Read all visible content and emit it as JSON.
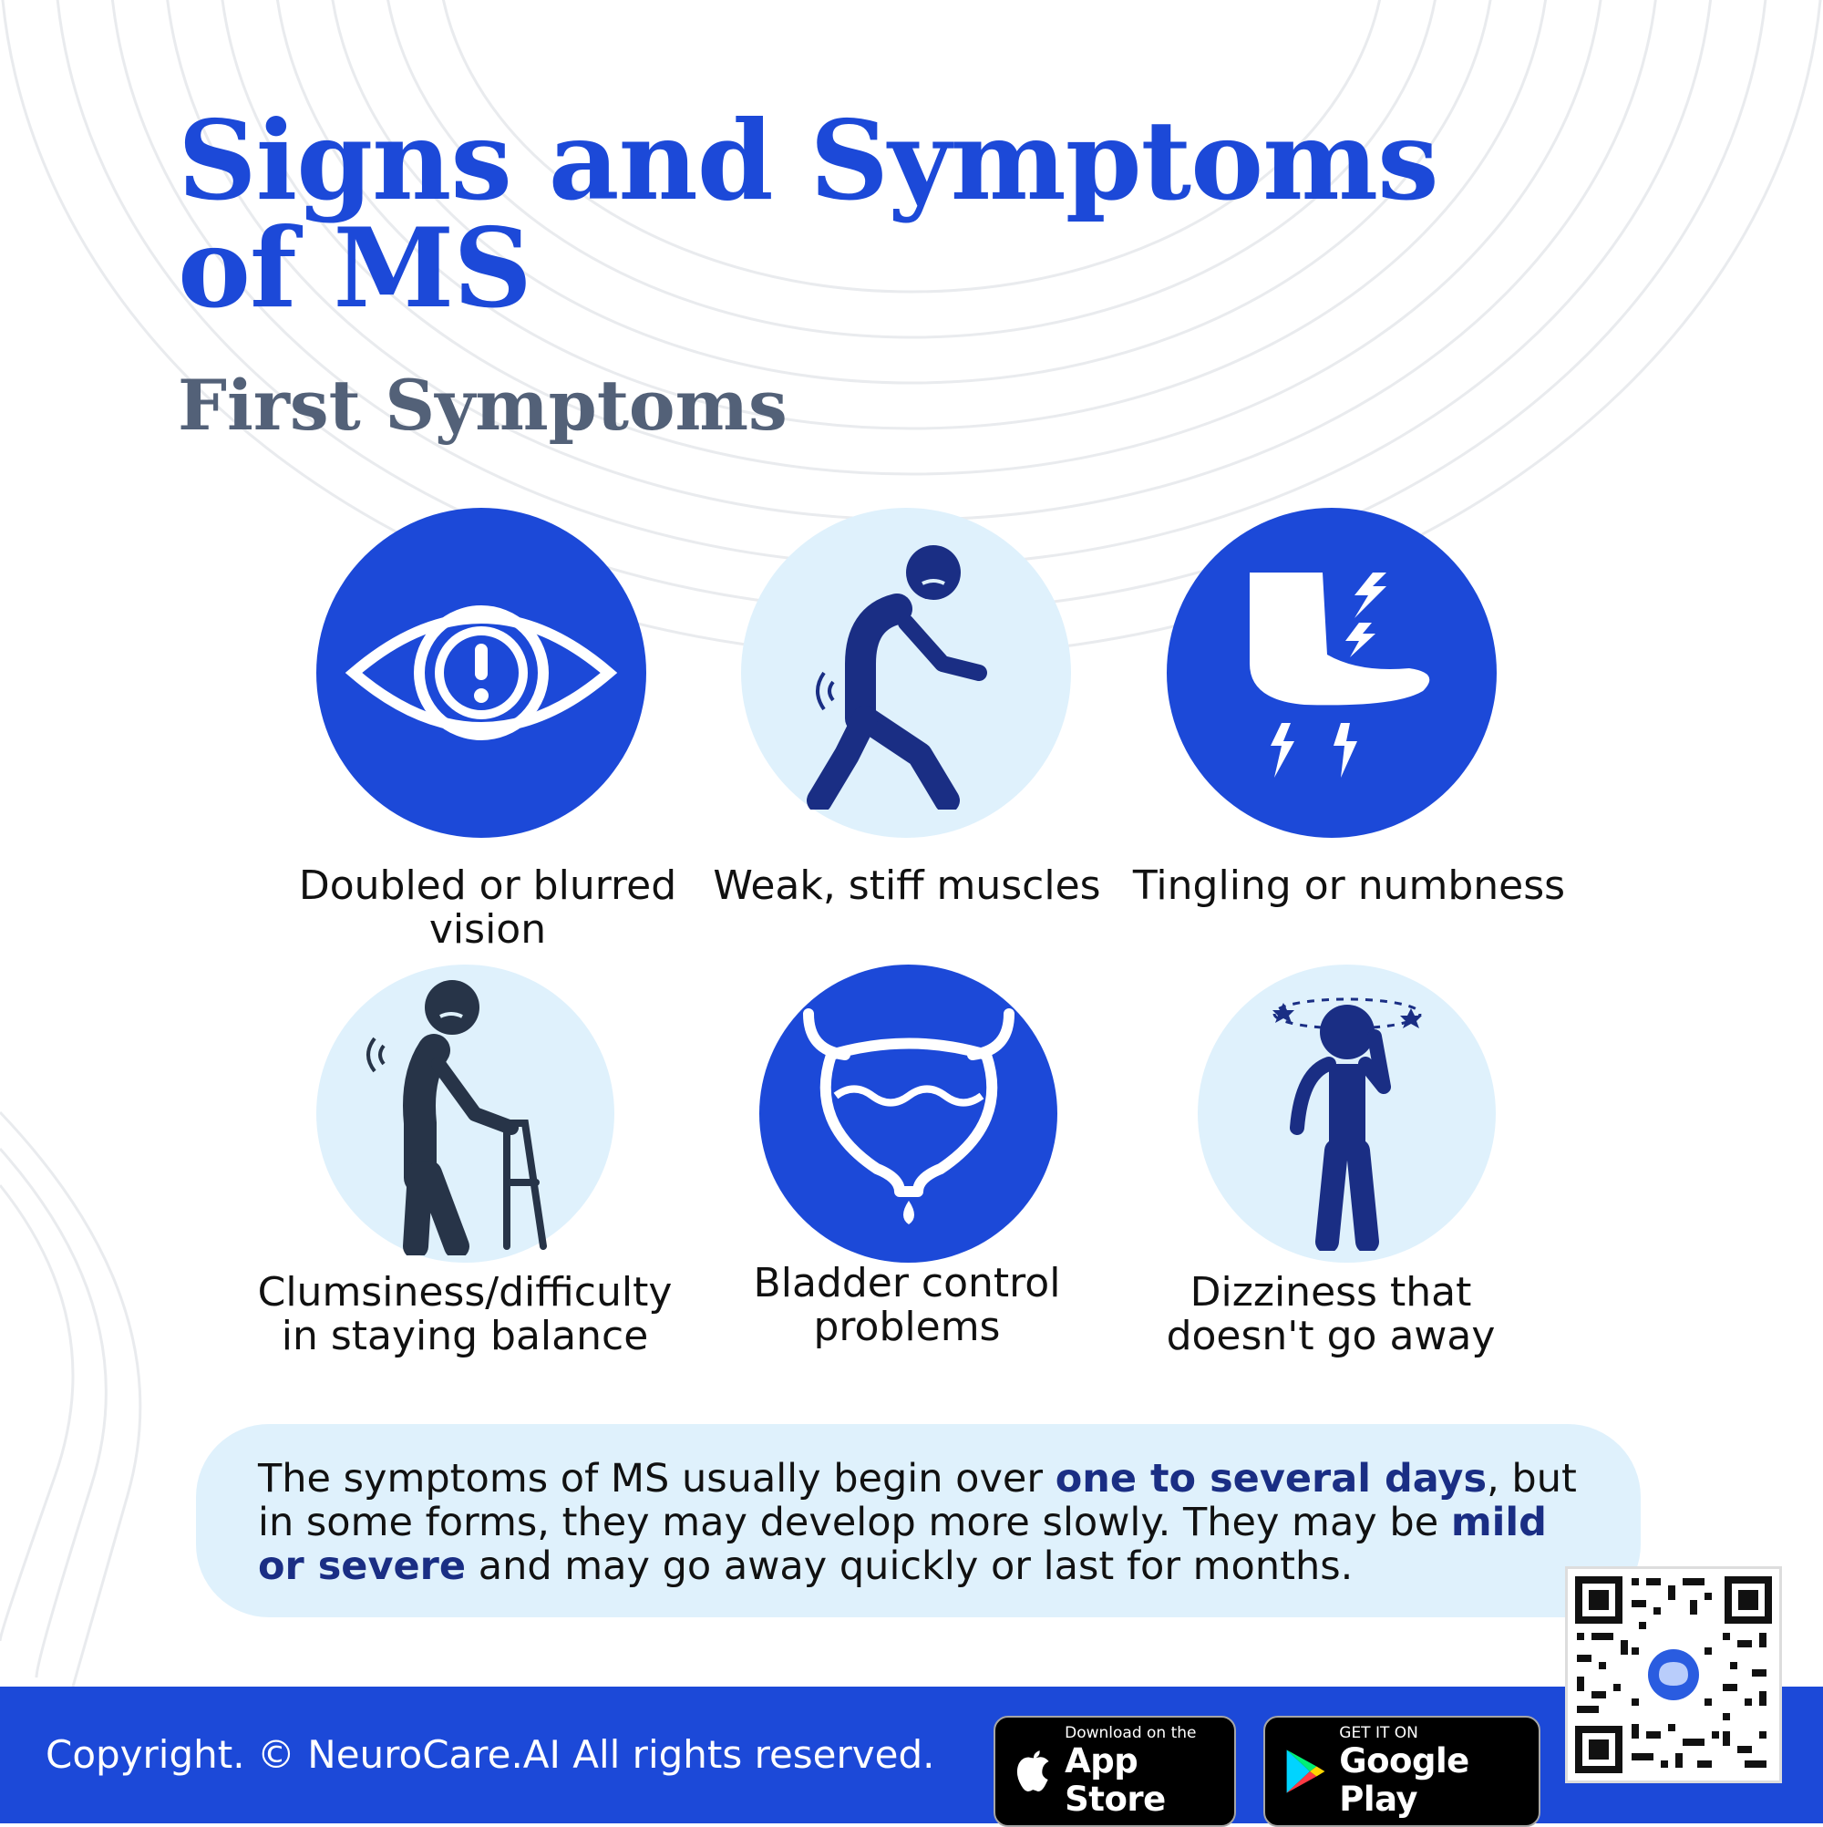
{
  "header": {
    "title": "Signs and Symptoms of MS",
    "subtitle": "First Symptoms"
  },
  "symptoms": [
    {
      "label": "Doubled or blurred vision",
      "icon": "eye-alert-icon"
    },
    {
      "label": "Weak, stiff muscles",
      "icon": "weak-person-icon"
    },
    {
      "label": "Tingling or numbness",
      "icon": "foot-tingling-icon"
    },
    {
      "label": "Clumsiness/difficulty in staying balance",
      "icon": "person-walker-icon"
    },
    {
      "label": "Bladder control problems",
      "icon": "bladder-icon"
    },
    {
      "label": "Dizziness that doesn't go away",
      "icon": "dizzy-person-icon"
    }
  ],
  "note": {
    "part1": "The symptoms of MS usually begin over ",
    "bold1": "one to several days",
    "part2": ", but in some forms, they may develop more slowly. They may be ",
    "bold2": "mild or severe",
    "part3": " and may go away quickly or last for months."
  },
  "footer": {
    "copyright": "Copyright. © NeuroCare.AI All rights reserved.",
    "app_store_small": "Download on the",
    "app_store_big": "App Store",
    "google_play_small": "GET IT ON",
    "google_play_big": "Google Play"
  },
  "colors": {
    "primary_blue": "#1c49d8",
    "light_blue": "#dff1fc",
    "navy": "#1a2e84",
    "subtitle_gray": "#536178"
  }
}
